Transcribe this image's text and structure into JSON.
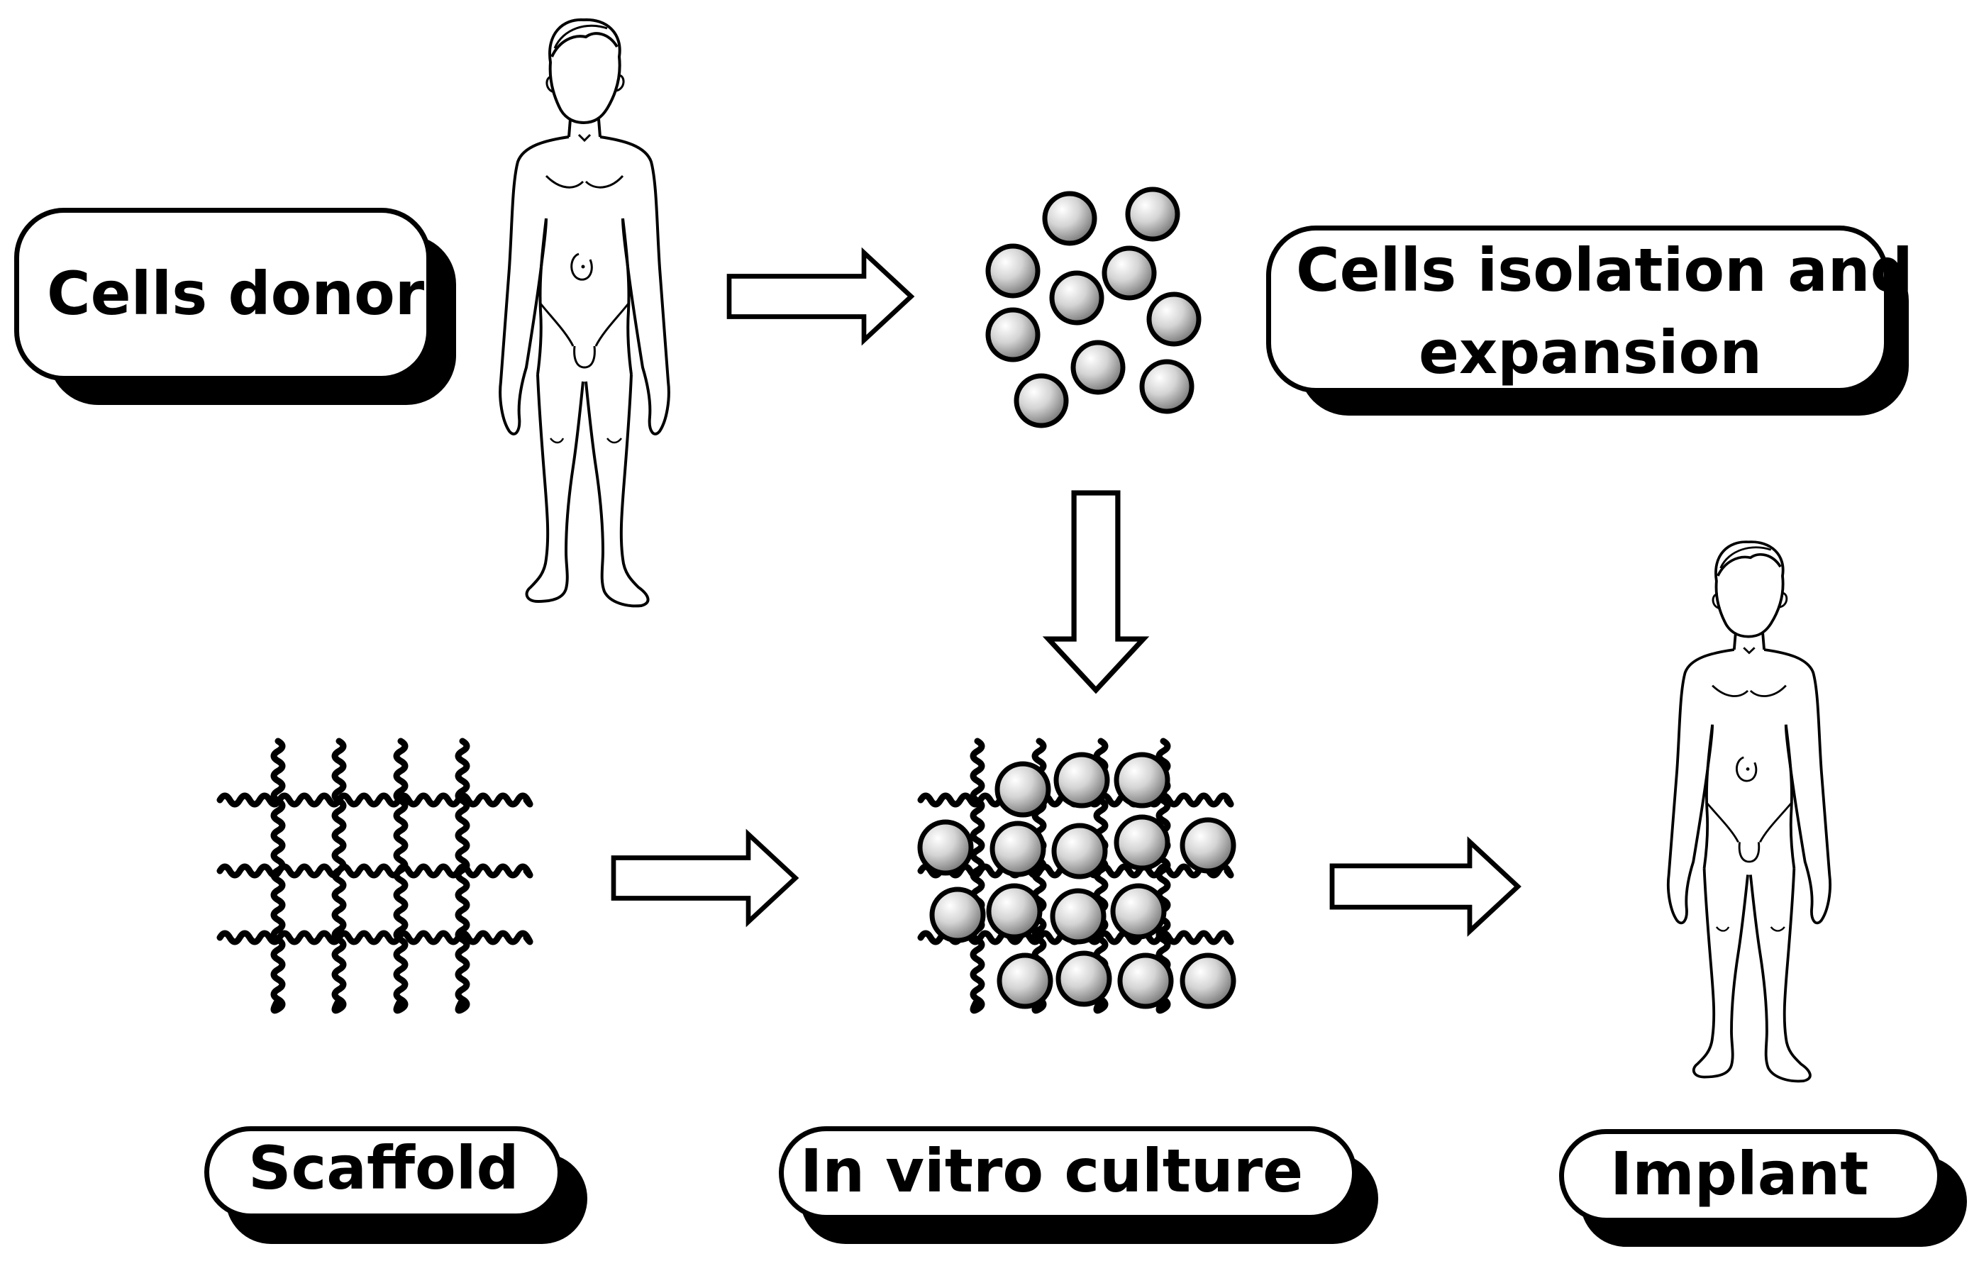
{
  "labels": {
    "cells_donor": "Cells donor",
    "cells_isolation_line1": "Cells isolation and",
    "cells_isolation_line2": "expansion",
    "scaffold": "Scaffold",
    "in_vitro_culture": "In vitro culture",
    "implant": "Implant"
  },
  "colors": {
    "stroke": "#000000",
    "background": "#ffffff",
    "cell_highlight": "#ffffff",
    "cell_shadow": "#6e6e6e"
  },
  "icons": {
    "human_figure": "human-figure-icon",
    "cell": "cell-sphere-icon",
    "scaffold": "scaffold-mesh-icon",
    "arrow": "hollow-arrow-icon"
  }
}
